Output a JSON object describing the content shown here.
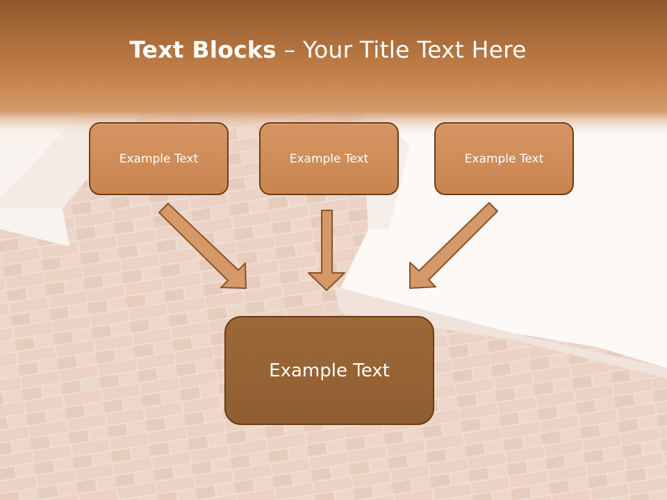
{
  "slide": {
    "title_bold": "Text Blocks",
    "title_rest": " – Your Title Text Here",
    "boxes": [
      {
        "label": "Example Text"
      },
      {
        "label": "Example Text"
      },
      {
        "label": "Example Text"
      }
    ],
    "center_box": {
      "label": "Example Text"
    }
  },
  "colors": {
    "header": "#c4814a",
    "box_fill": "#d08c58",
    "box_border": "#6a3b14",
    "center_fill": "#966233",
    "arrow_fill": "#d59868"
  },
  "icons": [
    "arrow-down-right-icon",
    "arrow-down-icon",
    "arrow-down-left-icon"
  ]
}
